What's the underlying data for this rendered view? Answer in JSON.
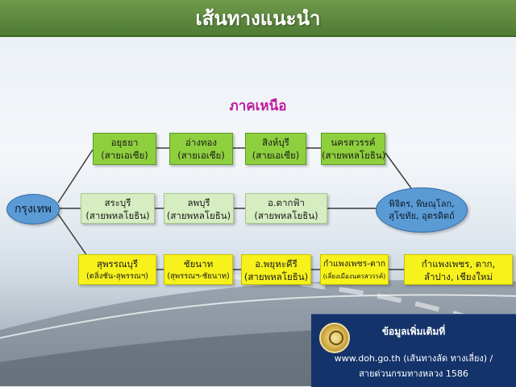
{
  "header": {
    "title": "เส้นทางแนะนำ"
  },
  "region_title": "ภาคเหนือ",
  "start_node": "กรุงเทพ",
  "end_node": {
    "line1": "พิจิตร, พิษณุโลก,",
    "line2": "สุโขทัย, อุตรดิตถ์"
  },
  "route_top": [
    {
      "name": "อยุธยา",
      "road": "(สายเอเซีย)"
    },
    {
      "name": "อ่างทอง",
      "road": "(สายเอเซีย)"
    },
    {
      "name": "สิงห์บุรี",
      "road": "(สายเอเซีย)"
    },
    {
      "name": "นครสวรรค์",
      "road": "(สายพหลโยธิน)"
    }
  ],
  "route_middle": [
    {
      "name": "สระบุรี",
      "road": "(สายพหลโยธิน)"
    },
    {
      "name": "ลพบุรี",
      "road": "(สายพหลโยธิน)"
    },
    {
      "name": "อ.ตากฟ้า",
      "road": "(สายพหลโยธิน)"
    }
  ],
  "route_bottom": [
    {
      "name": "สุพรรณบุรี",
      "road": "(ตลิ่งชัน-สุพรรณฯ)"
    },
    {
      "name": "ชัยนาท",
      "road": "(สุพรรณฯ-ชัยนาท)"
    },
    {
      "name": "อ.พยุหะคีรี",
      "road": "(สายพหลโยธิน)"
    },
    {
      "name": "กำแพงเพชร-ตาก",
      "road": "(เลี่ยงเมืองนครสวรรค์)"
    },
    {
      "name": "กำแพงเพชร, ตาก,",
      "road": "ลำปาง, เชียงใหม่"
    }
  ],
  "info": {
    "title": "ข้อมูลเพิ่มเติมที่",
    "line1": "www.doh.go.th (เส้นทางลัด ทางเลี่ยง) /",
    "line2": "สายด่วนกรมทางหลวง 1586"
  },
  "colors": {
    "header_green": "#5a8a3a",
    "top_route": "#8ecf3e",
    "middle_route": "#d6ecc1",
    "bottom_route": "#f7f21c",
    "node_blue": "#5b9bd5",
    "region_title": "#c01aa0",
    "info_panel": "#13336a"
  }
}
